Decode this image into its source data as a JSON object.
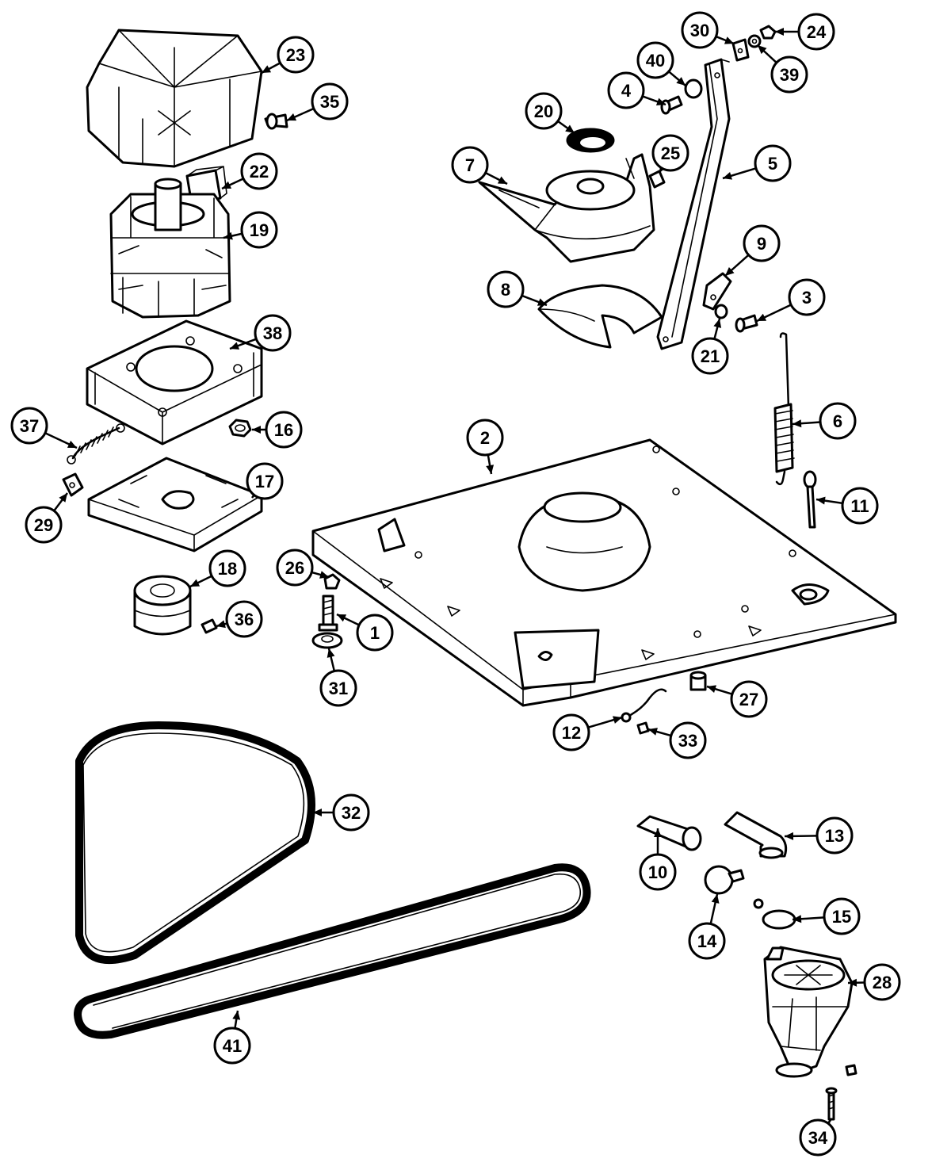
{
  "callouts": [
    {
      "label": "1"
    },
    {
      "label": "2"
    },
    {
      "label": "3"
    },
    {
      "label": "4"
    },
    {
      "label": "5"
    },
    {
      "label": "6"
    },
    {
      "label": "7"
    },
    {
      "label": "8"
    },
    {
      "label": "9"
    },
    {
      "label": "10"
    },
    {
      "label": "11"
    },
    {
      "label": "12"
    },
    {
      "label": "13"
    },
    {
      "label": "14"
    },
    {
      "label": "15"
    },
    {
      "label": "16"
    },
    {
      "label": "17"
    },
    {
      "label": "18"
    },
    {
      "label": "19"
    },
    {
      "label": "20"
    },
    {
      "label": "21"
    },
    {
      "label": "22"
    },
    {
      "label": "23"
    },
    {
      "label": "24"
    },
    {
      "label": "25"
    },
    {
      "label": "26"
    },
    {
      "label": "27"
    },
    {
      "label": "28"
    },
    {
      "label": "29"
    },
    {
      "label": "30"
    },
    {
      "label": "31"
    },
    {
      "label": "32"
    },
    {
      "label": "33"
    },
    {
      "label": "34"
    },
    {
      "label": "35"
    },
    {
      "label": "36"
    },
    {
      "label": "37"
    },
    {
      "label": "38"
    },
    {
      "label": "39"
    },
    {
      "label": "40"
    },
    {
      "label": "41"
    }
  ]
}
